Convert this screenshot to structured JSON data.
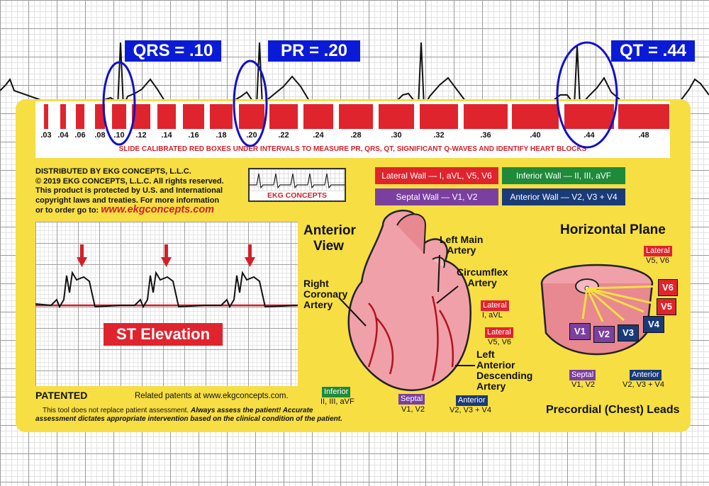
{
  "top_strip": {
    "labels": [
      {
        "text": "QRS  = .10"
      },
      {
        "text": "PR  = .20"
      },
      {
        "text": "QT  = .44"
      }
    ]
  },
  "ruler": {
    "ticks": [
      ".03",
      ".04",
      ".06",
      ".08",
      ".10",
      ".12",
      ".14",
      ".16",
      ".18",
      ".20",
      ".22",
      ".24",
      ".28",
      ".30",
      ".32",
      ".36",
      ".40",
      ".44",
      ".48"
    ],
    "instruction": "SLIDE CALIBRATED RED BOXES UNDER INTERVALS TO MEASURE PR, QRS, QT, SIGNIFICANT Q-WAVES AND IDENTIFY HEART BLOCKS"
  },
  "distributor": {
    "lines": [
      "DISTRIBUTED BY EKG CONCEPTS, L.L.C.",
      "© 2019 EKG CONCEPTS, L.L.C. All rights reserved.",
      "This product is protected by U.S. and International",
      "copyright laws and treaties. For more information",
      "or to order go to: "
    ],
    "website": "www.ekgconcepts.com"
  },
  "logo": {
    "text": "EKG CONCEPTS"
  },
  "walls": [
    {
      "label": "Lateral Wall — I, aVL, V5, V6",
      "color": "#e0242e"
    },
    {
      "label": "Inferior Wall — II, III, aVF",
      "color": "#1e8a3a"
    },
    {
      "label": "Septal Wall — V1, V2",
      "color": "#7b3fa0"
    },
    {
      "label": "Anterior Wall — V2, V3 + V4",
      "color": "#1a3a78"
    }
  ],
  "st_panel": {
    "label": "ST Elevation"
  },
  "anterior_view": {
    "title_lines": [
      "Anterior",
      "View"
    ],
    "right_coronary": [
      "Right",
      "Coronary",
      "Artery"
    ],
    "left_main": [
      "Left Main",
      "Artery"
    ],
    "circumflex": [
      "Circumflex",
      "Artery"
    ],
    "lad": [
      "Left",
      "Anterior",
      "Descending",
      "Artery"
    ],
    "badges": [
      {
        "name": "Lateral",
        "leads": "I, aVL",
        "color": "#e0242e"
      },
      {
        "name": "Lateral",
        "leads": "V5, V6",
        "color": "#e0242e"
      },
      {
        "name": "Inferior",
        "leads": "II, III, aVF",
        "color": "#1e8a3a"
      },
      {
        "name": "Septal",
        "leads": "V1, V2",
        "color": "#7b3fa0"
      },
      {
        "name": "Anterior",
        "leads": "V2, V3 + V4",
        "color": "#1a3a78"
      }
    ]
  },
  "horizontal_plane": {
    "title": "Horizontal Plane",
    "leads": [
      "V1",
      "V2",
      "V3",
      "V4",
      "V5",
      "V6"
    ],
    "badges": [
      {
        "name": "Lateral",
        "leads": "V5, V6",
        "color": "#e0242e"
      },
      {
        "name": "Septal",
        "leads": "V1, V2",
        "color": "#7b3fa0"
      },
      {
        "name": "Anterior",
        "leads": "V2, V3 + V4",
        "color": "#1a3a78"
      }
    ],
    "caption": "Precordial (Chest) Leads"
  },
  "footer": {
    "patented": "PATENTED",
    "related": "Related patents at www.ekgconcepts.com.",
    "disclaimer_1": "This tool does not replace patient assessment. ",
    "disclaimer_1_italic": "Always assess the patient! Accurate",
    "disclaimer_2": "assessment dictates appropriate intervention based on the clinical condition of the patient."
  }
}
